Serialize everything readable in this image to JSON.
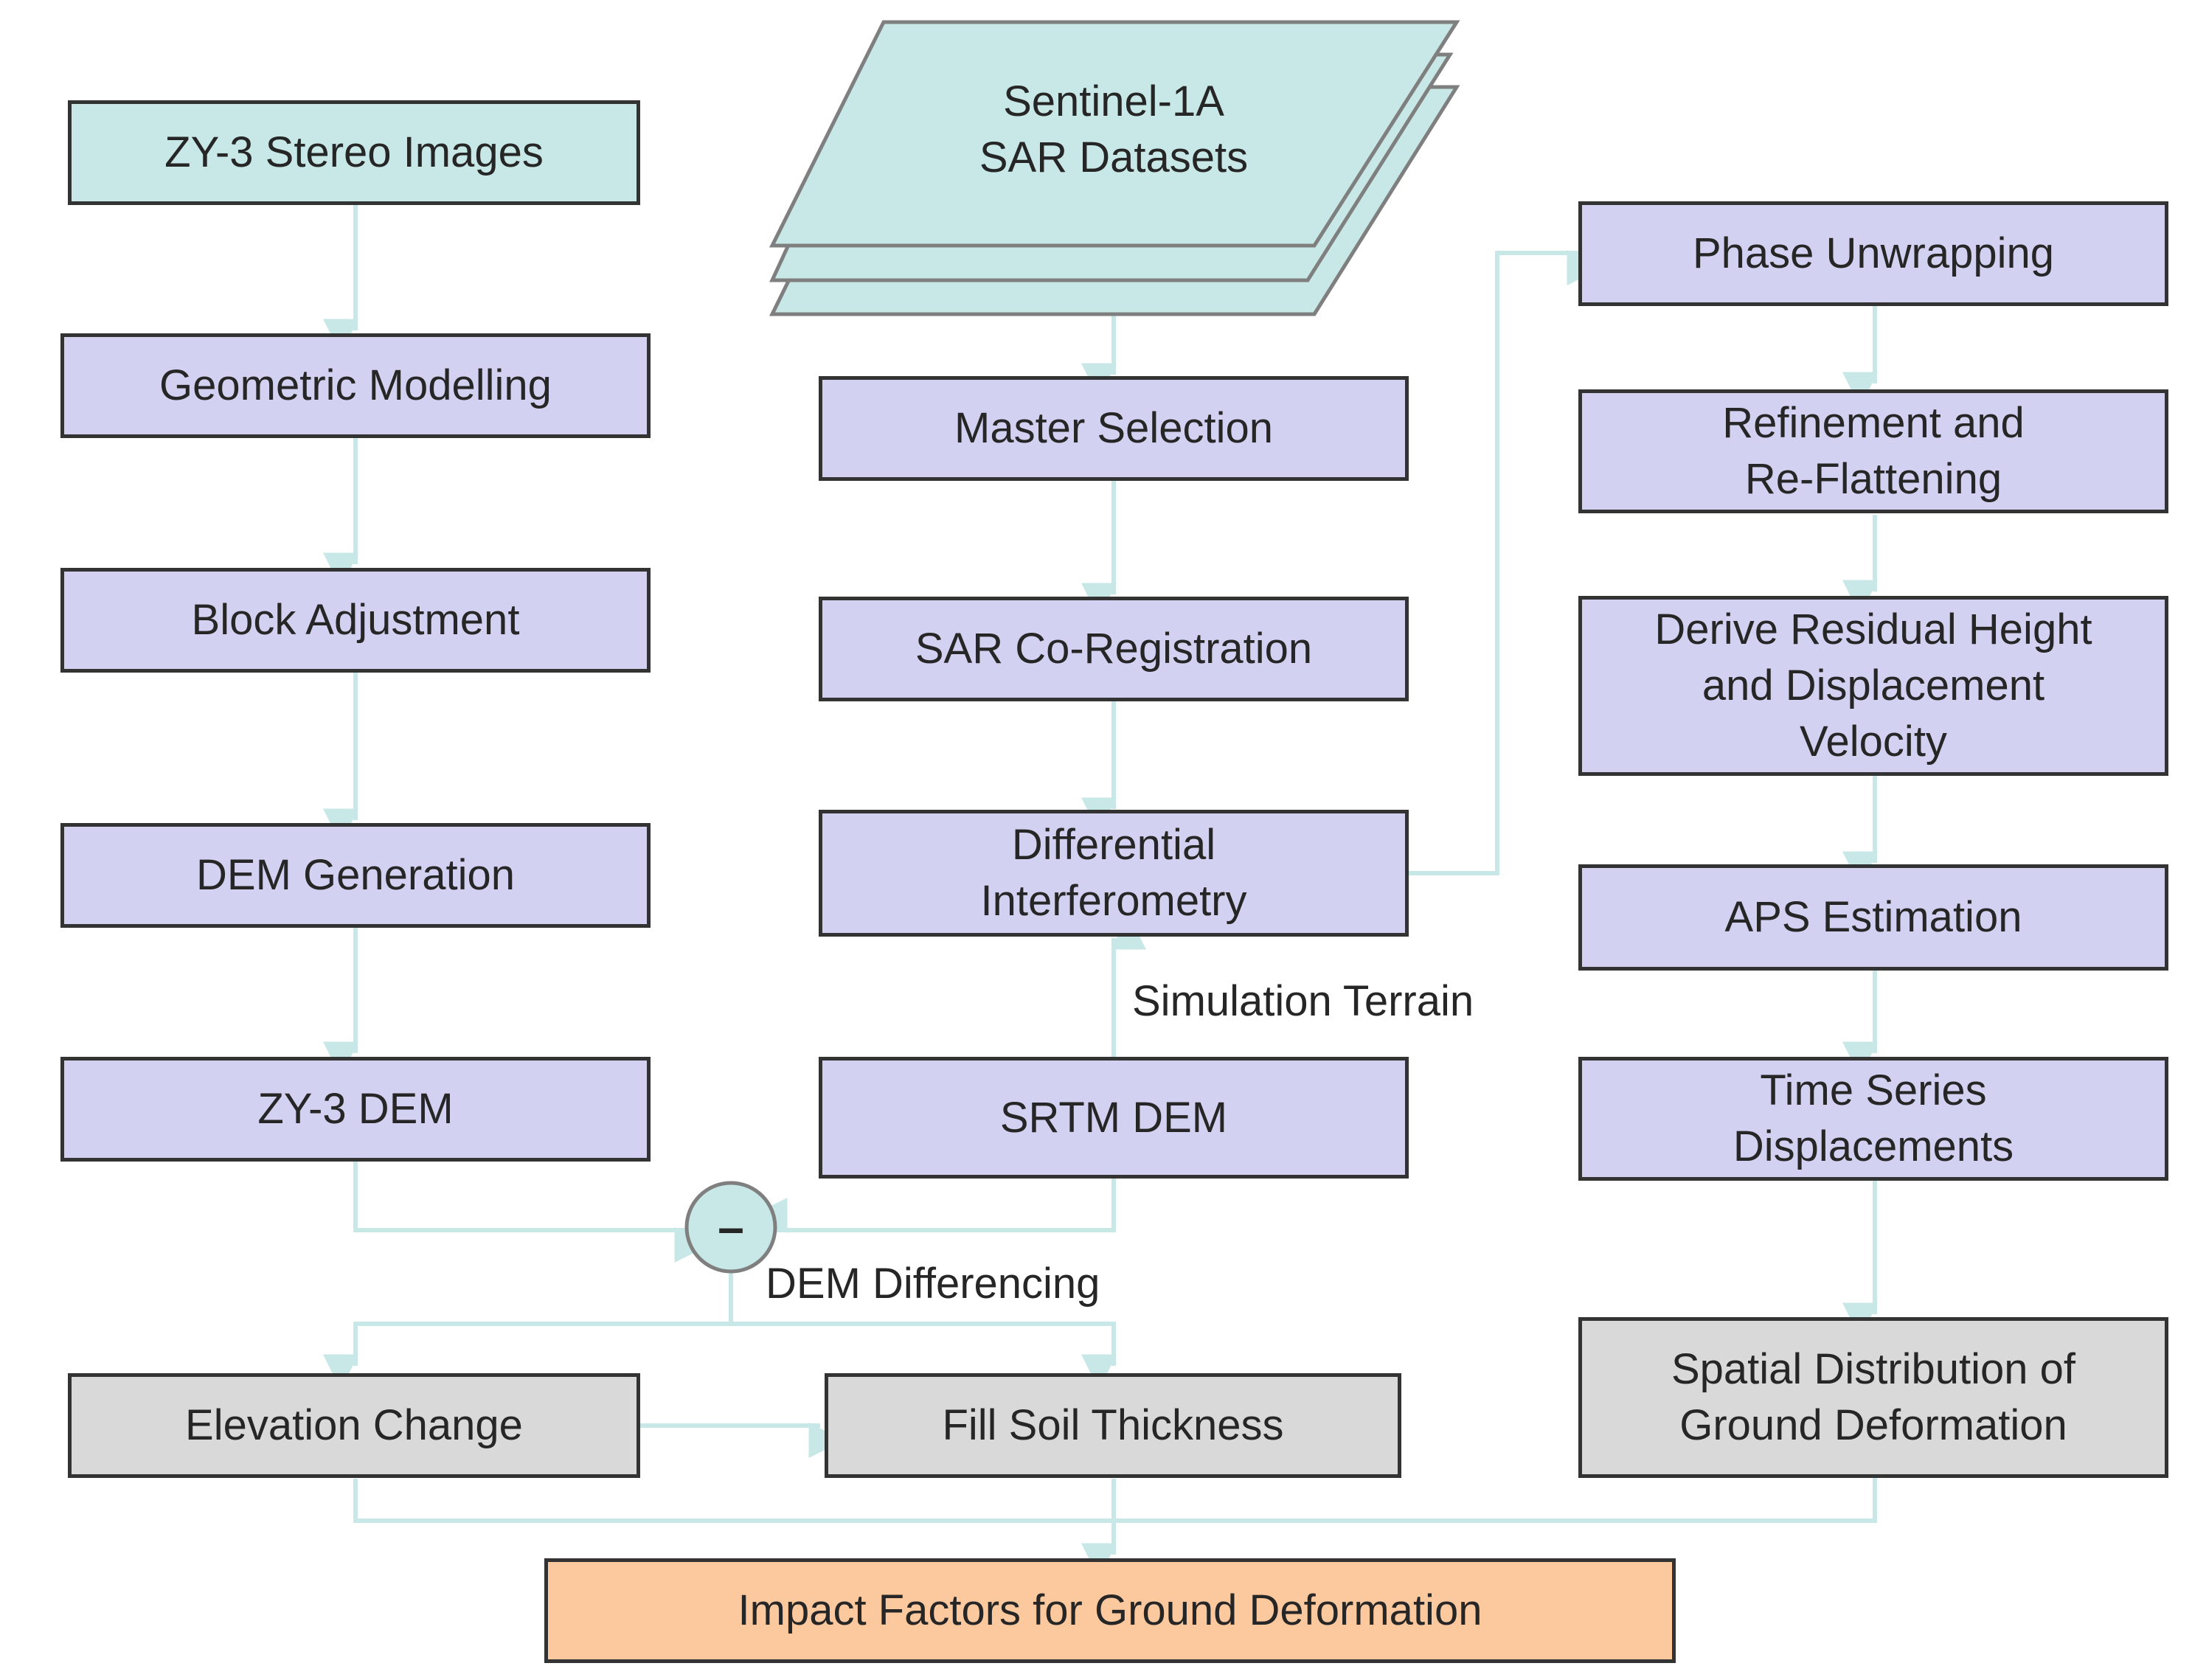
{
  "colors": {
    "input": "#c7e8e6",
    "process": "#d3d1f1",
    "result": "#d9d9d9",
    "final": "#fcc89e",
    "connector": "#c7e8e6",
    "border": "#333333"
  },
  "nodes": {
    "zy3_stereo": "ZY-3  Stereo Images",
    "geometric_modelling": "Geometric Modelling",
    "block_adjustment": "Block Adjustment",
    "dem_generation": "DEM Generation",
    "zy3_dem": "ZY-3  DEM",
    "sentinel": "Sentinel-1A\nSAR Datasets",
    "master_selection": "Master Selection",
    "sar_coregistration": "SAR Co-Registration",
    "differential_interferometry": "Differential\nInterferometry",
    "srtm_dem": "SRTM DEM",
    "phase_unwrapping": "Phase Unwrapping",
    "refinement": "Refinement and\nRe-Flattening",
    "residual_height": "Derive Residual Height\nand Displacement\nVelocity",
    "aps_estimation": "APS Estimation",
    "time_series": "Time Series\nDisplacements",
    "spatial_distribution": "Spatial Distribution of\nGround Deformation",
    "elevation_change": "Elevation Change",
    "fill_soil": "Fill Soil Thickness",
    "impact_factors": "Impact Factors for Ground  Deformation"
  },
  "labels": {
    "simulation_terrain": "Simulation Terrain",
    "dem_differencing": "DEM Differencing",
    "minus_operator": "–"
  }
}
